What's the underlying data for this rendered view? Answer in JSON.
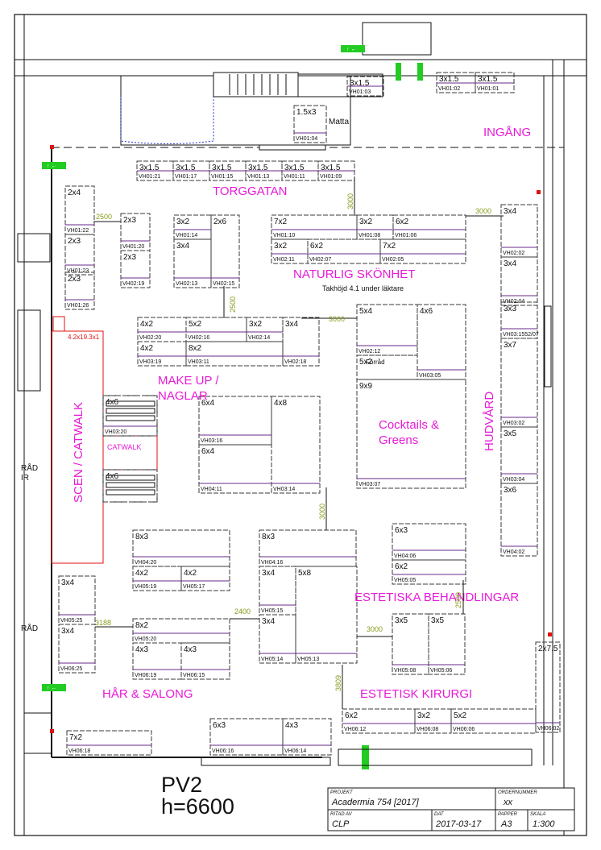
{
  "zones": {
    "entrance": "INGÅNG",
    "torggatan": "TORGGATAN",
    "naturlig": "NATURLIG SKÖNHET",
    "takhojd": "Takhöjd 4.1 under läktare",
    "makeup_line1": "MAKE UP /",
    "makeup_line2": "NAGLAR",
    "cocktails_line1": "Cocktails &",
    "cocktails_line2": "Greens",
    "hudvard": "HUDVÅRD",
    "scen": "SCEN / CATWALK",
    "catwalk": "CATWALK",
    "estetiska": "ESTETISKA BEHANDLINGAR",
    "estetisk_kirurgi": "ESTETISK KIRURGI",
    "har_salong": "HÅR & SALONG",
    "matta": "Matta",
    "forrad": "Förråd",
    "scen_size": "4.2x19.3x1",
    "frag_rad1": "RÅD",
    "frag_ir": "IR",
    "frag_rad2": "RÅD"
  },
  "distances": {
    "d3000_top": "3000",
    "d2500_left": "2500",
    "d3000_right": "3000",
    "d2500_mid": "2500",
    "d3000_mid": "3000",
    "d3000_low": "3000",
    "d2500_right": "2500",
    "d2400": "2400",
    "d3188": "3188",
    "d3000_est": "3000",
    "d3809": "3809"
  },
  "booths": [
    {
      "size": "3x1.5",
      "code": "VH01:03"
    },
    {
      "size": "3x1.5",
      "code": "VH01:02"
    },
    {
      "size": "3x1.5",
      "code": "VH01:01"
    },
    {
      "size": "1.5x3",
      "code": "VH01:04"
    },
    {
      "size": "3x1.5",
      "code": "VH01:21"
    },
    {
      "size": "3x1.5",
      "code": "VH01:17"
    },
    {
      "size": "3x1.5",
      "code": "VH01:15"
    },
    {
      "size": "3x1.5",
      "code": "VH01:13"
    },
    {
      "size": "3x1.5",
      "code": "VH01:11"
    },
    {
      "size": "3x1.5",
      "code": "VH01:09"
    },
    {
      "size": "2x4",
      "code": "VH01:22"
    },
    {
      "size": "2x3",
      "code": "VH01:23"
    },
    {
      "size": "2x3",
      "code": "VH01:26"
    },
    {
      "size": "2x3",
      "code": "VH01:20"
    },
    {
      "size": "2x3",
      "code": "VH02:19"
    },
    {
      "size": "3x2",
      "code": "VH01:14"
    },
    {
      "size": "2x6",
      "code": "VH02:15"
    },
    {
      "size": "3x4",
      "code": "VH02:13"
    },
    {
      "size": "7x2",
      "code": "VH01:10"
    },
    {
      "size": "3x2",
      "code": "VH01:08"
    },
    {
      "size": "6x2",
      "code": "VH01:06"
    },
    {
      "size": "3x2",
      "code": "VH02:11"
    },
    {
      "size": "6x2",
      "code": "VH02:07"
    },
    {
      "size": "7x2",
      "code": "VH02:05"
    },
    {
      "size": "3x4",
      "code": "VH02:02"
    },
    {
      "size": "3x4",
      "code": "VH02:04"
    },
    {
      "size": "3x3",
      "code": "VH03:1552/07"
    },
    {
      "size": "3x7",
      "code": "VH03:02"
    },
    {
      "size": "3x5",
      "code": "VH03:04"
    },
    {
      "size": "3x6",
      "code": "VH04:02"
    },
    {
      "size": "4x2",
      "code": "VH02:20"
    },
    {
      "size": "5x2",
      "code": "VH02:16"
    },
    {
      "size": "3x2",
      "code": "VH02:14"
    },
    {
      "size": "3x4",
      "code": "VH02:18"
    },
    {
      "size": "4x2",
      "code": "VH03:19"
    },
    {
      "size": "8x2",
      "code": "VH03:11"
    },
    {
      "size": "5x4",
      "code": "VH02:12"
    },
    {
      "size": "4x6",
      "code": "VH03:05"
    },
    {
      "size": "5x2",
      "code": ""
    },
    {
      "size": "9x9",
      "code": "VH03:07"
    },
    {
      "size": "4x6",
      "code": "VH03:20"
    },
    {
      "size": "4x6",
      "code": ""
    },
    {
      "size": "6x4",
      "code": "VH03:16"
    },
    {
      "size": "4x8",
      "code": "VH03:14"
    },
    {
      "size": "6x4",
      "code": "VH04:11"
    },
    {
      "size": "8x3",
      "code": "VH04:20"
    },
    {
      "size": "4x2",
      "code": "VH05:19"
    },
    {
      "size": "4x2",
      "code": "VH05:17"
    },
    {
      "size": "8x3",
      "code": "VH04:16"
    },
    {
      "size": "3x4",
      "code": "VH05:15"
    },
    {
      "size": "5x8",
      "code": "VH05:13"
    },
    {
      "size": "3x4",
      "code": "VH05:14"
    },
    {
      "size": "6x3",
      "code": "VH04:06"
    },
    {
      "size": "6x2",
      "code": "VH05:05"
    },
    {
      "size": "3x4",
      "code": "VH05:25"
    },
    {
      "size": "3x4",
      "code": "VH06:25"
    },
    {
      "size": "8x2",
      "code": "VH05:20"
    },
    {
      "size": "4x3",
      "code": "VH06:19"
    },
    {
      "size": "4x3",
      "code": "VH06:15"
    },
    {
      "size": "3x5",
      "code": "VH05:08"
    },
    {
      "size": "3x5",
      "code": "VH05:06"
    },
    {
      "size": "2x7.5",
      "code": "VH06:02"
    },
    {
      "size": "6x2",
      "code": "VH06:12"
    },
    {
      "size": "3x2",
      "code": "VH06:08"
    },
    {
      "size": "5x2",
      "code": "VH06:06"
    },
    {
      "size": "7x2",
      "code": "VH06:18"
    },
    {
      "size": "6x3",
      "code": "VH06:16"
    },
    {
      "size": "4x3",
      "code": "VH06:14"
    }
  ],
  "pv2": {
    "line1": "PV2",
    "line2": "h=6600"
  },
  "title_block": {
    "projekt_label": "PROJEKT",
    "projekt": "Acadermia 754 [2017]",
    "ordernummer_label": "ORDERNUMMER",
    "ordernummer": "xx",
    "ritad_label": "RITAD AV",
    "ritad": "CLP",
    "dat_label": "DAT",
    "dat": "2017-03-17",
    "papper_label": "PAPPER",
    "papper": "A3",
    "skala_label": "SKALA",
    "skala": "1:300"
  }
}
